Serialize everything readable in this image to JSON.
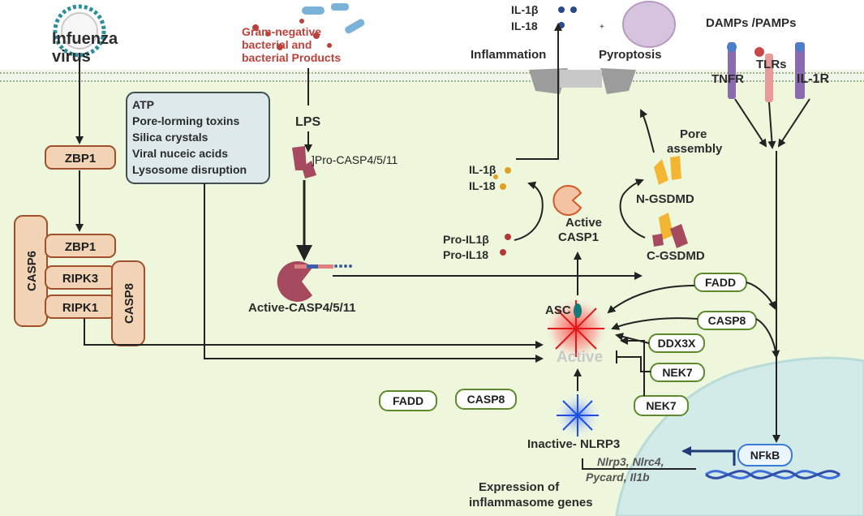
{
  "influenza": "Infuenza\nvirus",
  "gram_neg": "Gram-negative\nbacterial and\nbacterial Products",
  "lps": "LPS",
  "pro_casp": "Pro-CASP4/5/11",
  "active_casp": "Active-CASP4/5/11",
  "triggers": [
    "ATP",
    "Pore-lorming toxins",
    "Silica crystals",
    "Viral nuceic acids",
    "Lysosome disruption"
  ],
  "zbp1_top": "ZBP1",
  "zbp1": "ZBP1",
  "ripk3": "RIPK3",
  "ripk1": "RIPK1",
  "casp6": "CASP6",
  "casp8_vert": "CASP8",
  "il_top": [
    "IL-1β",
    "IL-18"
  ],
  "plus": "+",
  "inflammation": "Inflammation",
  "pyroptosis": "Pyroptosis",
  "damps": "DAMPs /PAMPs",
  "tnfr": "TNFR",
  "tlrs": "TLRs",
  "il1r": "IL-1R",
  "pore_assembly": "Pore\nassembly",
  "il_mid": [
    "IL-1β",
    "IL-18"
  ],
  "n_gsdmd": "N-GSDMD",
  "active_casp1": "Active\nCASP1",
  "pro_il": [
    "Pro-IL1β",
    "Pro-IL18"
  ],
  "c_gsdmd": "C-GSDMD",
  "asc": "ASC",
  "active": "Active",
  "fadd_r": "FADD",
  "casp8_r": "CASP8",
  "ddx3x": "DDX3X",
  "nek7_a": "NEK7",
  "nek7_b": "NEK7",
  "fadd_l": "FADD",
  "casp8_l": "CASP8",
  "inactive": "Inactive- NLRP3",
  "genes": "Nlrp3, Nlrc4,\nPycard, Il1b",
  "expression": "Expression of\ninflammasome genes",
  "nfkb": "NFkB",
  "colors": {
    "cytoplasm": "#eef7dc",
    "box_fill": "#f2d3b6",
    "box_stroke": "#a0502a",
    "green_box": "#5d8a2c",
    "casp_red": "#a64a5f",
    "nucleus": "#d2eae8"
  }
}
